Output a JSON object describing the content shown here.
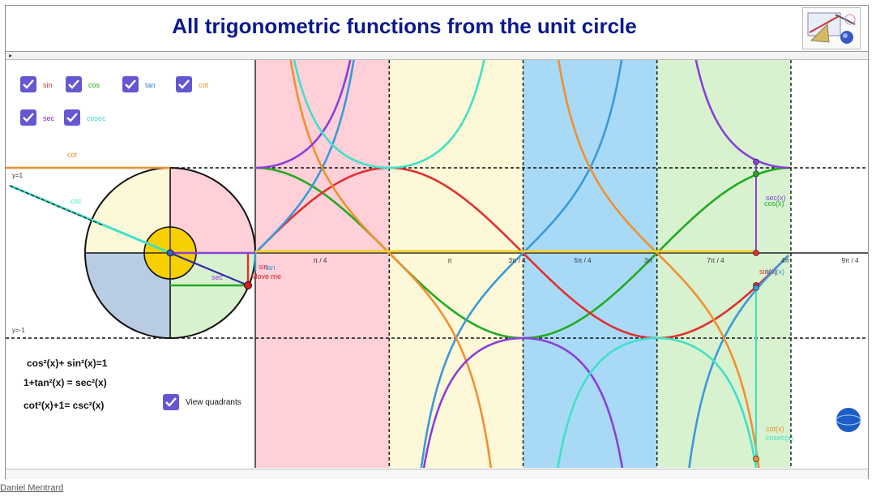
{
  "title": "All trigonometric functions from the unit circle",
  "author": "Daniel Mentrard",
  "checkboxes": [
    {
      "label": "sin",
      "color": "#e03030",
      "checked": true
    },
    {
      "label": "cos",
      "color": "#22aa22",
      "checked": true
    },
    {
      "label": "tan",
      "color": "#3a7ed8",
      "checked": true
    },
    {
      "label": "cot",
      "color": "#f09030",
      "checked": true
    },
    {
      "label": "sec",
      "color": "#7a30c8",
      "checked": true
    },
    {
      "label": "cosec",
      "color": "#40d8c0",
      "checked": true
    }
  ],
  "view_quadrants": {
    "label": "View quadrants",
    "checked": true
  },
  "identities": [
    "cos²(x)+ sin²(x)=1",
    "1+tan²(x) = sec²(x)",
    "cot²(x)+1= csc²(x)"
  ],
  "circle_labels": {
    "y_pos": "y=1",
    "y_neg": "y=-1",
    "cot": "cot",
    "csc": "csc",
    "sin": "sin",
    "tan": "tan",
    "sec": "sec",
    "move": "Move me"
  },
  "x_ticks": [
    "π / 4",
    "π",
    "3π / 4",
    "5π / 4",
    "3π",
    "7π / 4",
    "4π",
    "9π / 4"
  ],
  "curve_labels": {
    "sec": "sec(x)",
    "cos": "cos(x)",
    "sin": "sin(x)",
    "tan": "tan(x)",
    "cot": "cot(x)",
    "cosec": "cosec(x)"
  },
  "colors": {
    "sin": "#e03030",
    "cos": "#22aa22",
    "tan": "#3a9ad8",
    "cot": "#f09030",
    "sec": "#8a40d8",
    "cosec": "#40e0c8",
    "title": "#0a1a8c",
    "q1": "#ffd0d8",
    "q2": "#fdf8d8",
    "q3": "#a8daf8",
    "q4": "#d8f2d0"
  }
}
